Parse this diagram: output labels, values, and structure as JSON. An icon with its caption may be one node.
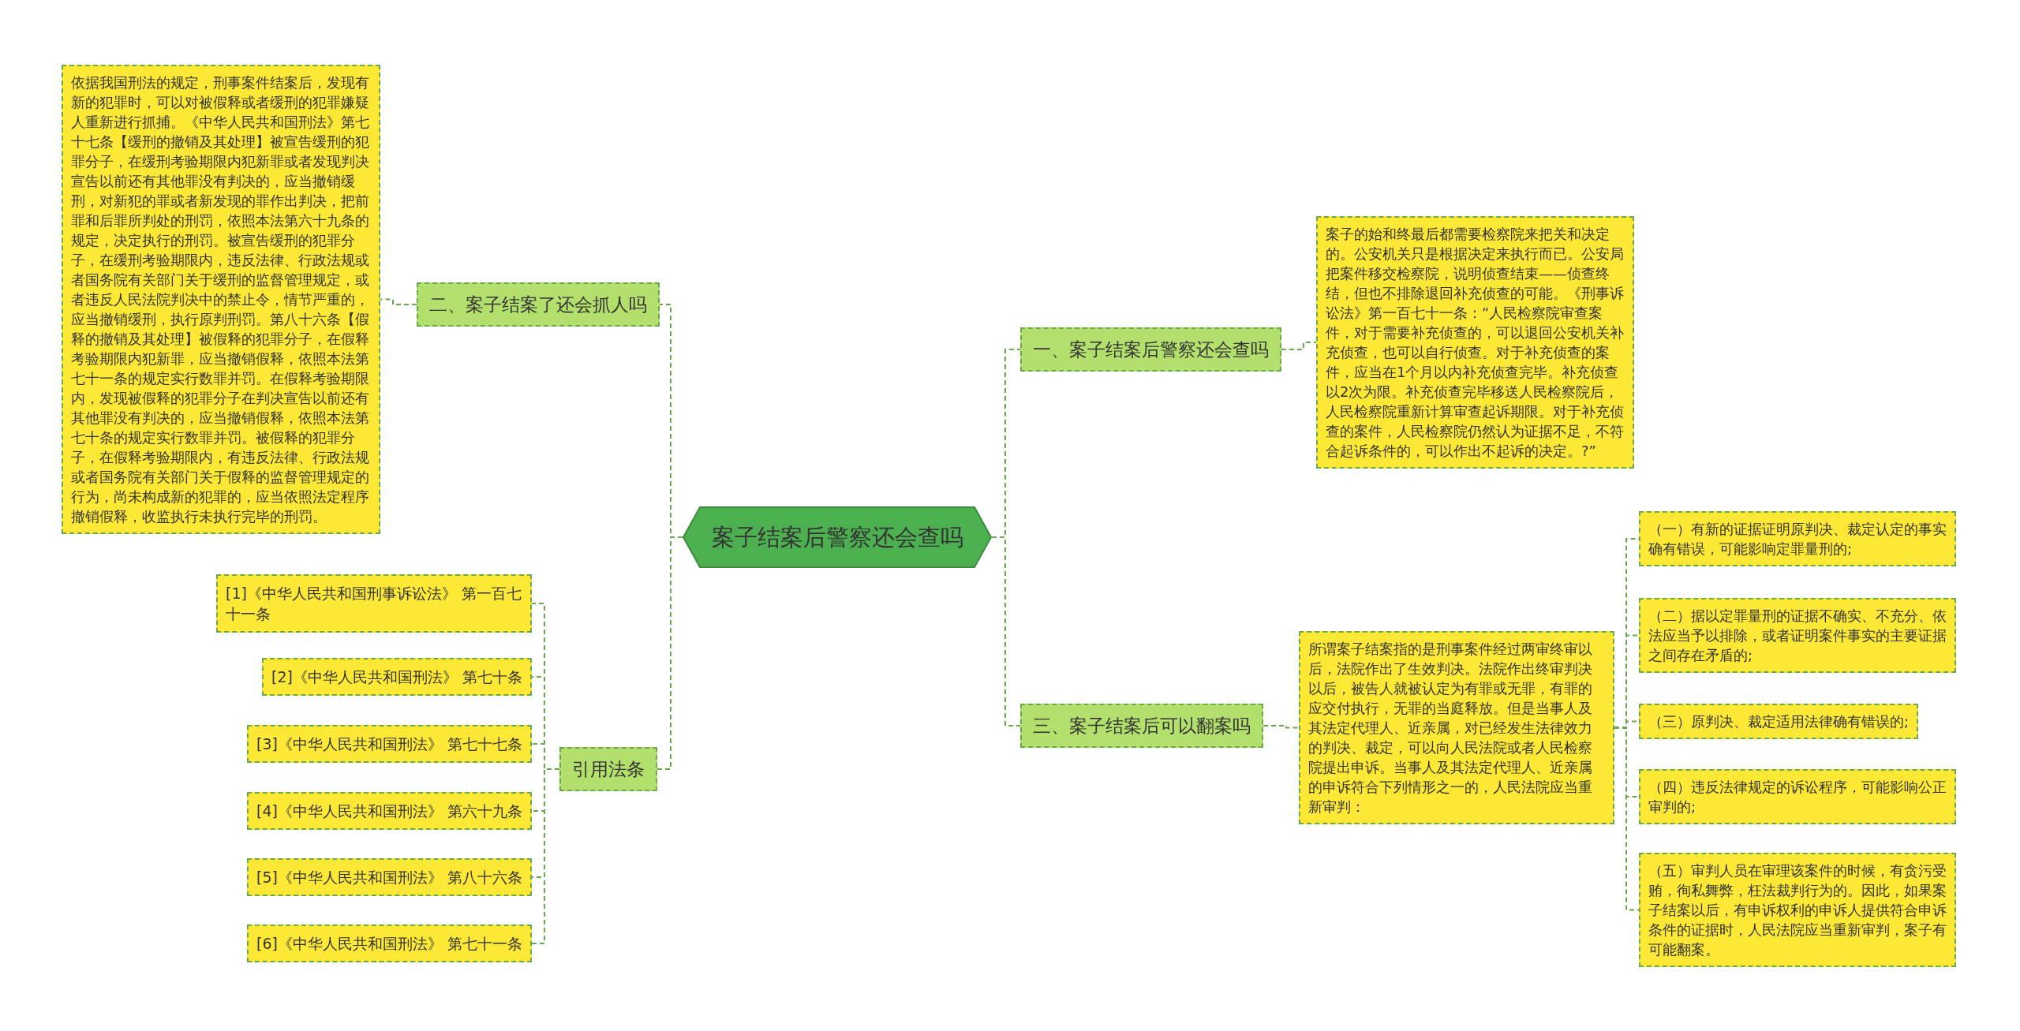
{
  "diagram": {
    "nodes": [
      {
        "text": [
          "案子结案后警察还会查吗"
        ]
      },
      {
        "text": [
          "一、案子结案后警察还会查吗"
        ]
      },
      {
        "text": [
          "案子的始和终最后都需要检察院来把关和决定的。公安机关只是根据决定来执行而已。公安局把案件移交检察院，说明侦查结束——侦查终结，但也不排除退回补充侦查的可能。《刑事诉讼法》第一百七十一条：“人民检察院审查案件，对于需要补充侦查的，可以退回公安机关补充侦查，也可以自行侦查。对于补充侦查的案件，应当在1个月以内补充侦查完毕。补充侦查以2次为限。补充侦查完毕移送人民检察院后，人民检察院重新计算审查起诉期限。对于补充侦查的案件，人民检察院仍然认为证据不足，不符合起诉条件的，可以作出不起诉的决定。?”"
        ]
      },
      {
        "text": [
          "三、案子结案后可以翻案吗"
        ]
      },
      {
        "text": [
          "所谓案子结案指的是刑事案件经过两审终审以后，法院作出了生效判决。法院作出终审判决以后，被告人就被认定为有罪或无罪，有罪的应交付执行，无罪的当庭释放。但是当事人及其法定代理人、近亲属，对已经发生法律效力的判决、裁定，可以向人民法院或者人民检察院提出申诉。当事人及其法定代理人、近亲属的申诉符合下列情形之一的，人民法院应当重新审判："
        ]
      },
      {
        "text": [
          "（一）有新的证据证明原判决、裁定认定的事实确有错误，可能影响定罪量刑的;"
        ]
      },
      {
        "text": [
          "（二）据以定罪量刑的证据不确实、不充分、依法应当予以排除，或者证明案件事实的主要证据之间存在矛盾的;"
        ]
      },
      {
        "text": [
          "（三）原判决、裁定适用法律确有错误的;"
        ]
      },
      {
        "text": [
          "（四）违反法律规定的诉讼程序，可能影响公正审判的;"
        ]
      },
      {
        "text": [
          "（五）审判人员在审理该案件的时候，有贪污受贿，徇私舞弊，枉法裁判行为的。因此，如果案子结案以后，有申诉权利的申诉人提供符合申诉条件的证据时，人民法院应当重新审判，案子有可能翻案。"
        ]
      },
      {
        "text": [
          "二、案子结案了还会抓人吗"
        ]
      },
      {
        "text": [
          "依据我国刑法的规定，刑事案件结案后，发现有新的犯罪时，可以对被假释或者缓刑的犯罪嫌疑人重新进行抓捕。《中华人民共和国刑法》第七十七条【缓刑的撤销及其处理】被宣告缓刑的犯罪分子，在缓刑考验期限内犯新罪或者发现判决宣告以前还有其他罪没有判决的，应当撤销缓刑，对新犯的罪或者新发现的罪作出判决，把前罪和后罪所判处的刑罚，依照本法第六十九条的规定，决定执行的刑罚。被宣告缓刑的犯罪分子，在缓刑考验期限内，违反法律、行政法规或者国务院有关部门关于缓刑的监督管理规定，或者违反人民法院判决中的禁止令，情节严重的，应当撤销缓刑，执行原判刑罚。第八十六条【假释的撤销及其处理】被假释的犯罪分子，在假释考验期限内犯新罪，应当撤销假释，依照本法第七十一条的规定实行数罪并罚。在假释考验期限内，发现被假释的犯罪分子在判决宣告以前还有其他罪没有判决的，应当撤销假释，依照本法第七十条的规定实行数罪并罚。被假释的犯罪分子，在假释考验期限内，有违反法律、行政法规或者国务院有关部门关于假释的监督管理规定的行为，尚未构成新的犯罪的，应当依照法定程序撤销假释，收监执行未执行完毕的刑罚。"
        ]
      },
      {
        "text": [
          "引用法条"
        ]
      },
      {
        "text": [
          "[1]《中华人民共和国刑事诉讼法》 第一百七十一条"
        ]
      },
      {
        "text": [
          "[2]《中华人民共和国刑法》 第七十条"
        ]
      },
      {
        "text": [
          "[3]《中华人民共和国刑法》 第七十七条"
        ]
      },
      {
        "text": [
          "[4]《中华人民共和国刑法》 第六十九条"
        ]
      },
      {
        "text": [
          "[5]《中华人民共和国刑法》 第八十六条"
        ]
      },
      {
        "text": [
          "[6]《中华人民共和国刑法》 第七十一条"
        ]
      }
    ],
    "edges": [
      {
        "from": 0,
        "to": 1,
        "arrow": "none"
      },
      {
        "from": 0,
        "to": 3,
        "arrow": "none"
      },
      {
        "from": 0,
        "to": 10,
        "arrow": "none"
      },
      {
        "from": 0,
        "to": 12,
        "arrow": "none"
      },
      {
        "from": 1,
        "to": 2,
        "arrow": "none"
      },
      {
        "from": 3,
        "to": 4,
        "arrow": "none"
      },
      {
        "from": 4,
        "to": 5,
        "arrow": "none"
      },
      {
        "from": 4,
        "to": 6,
        "arrow": "none"
      },
      {
        "from": 4,
        "to": 7,
        "arrow": "none"
      },
      {
        "from": 4,
        "to": 8,
        "arrow": "none"
      },
      {
        "from": 4,
        "to": 9,
        "arrow": "none"
      },
      {
        "from": 10,
        "to": 11,
        "arrow": "none"
      },
      {
        "from": 12,
        "to": 13,
        "arrow": "none"
      },
      {
        "from": 12,
        "to": 14,
        "arrow": "none"
      },
      {
        "from": 12,
        "to": 15,
        "arrow": "none"
      },
      {
        "from": 12,
        "to": 16,
        "arrow": "none"
      },
      {
        "from": 12,
        "to": 17,
        "arrow": "none"
      },
      {
        "from": 12,
        "to": 18,
        "arrow": "none"
      }
    ]
  }
}
